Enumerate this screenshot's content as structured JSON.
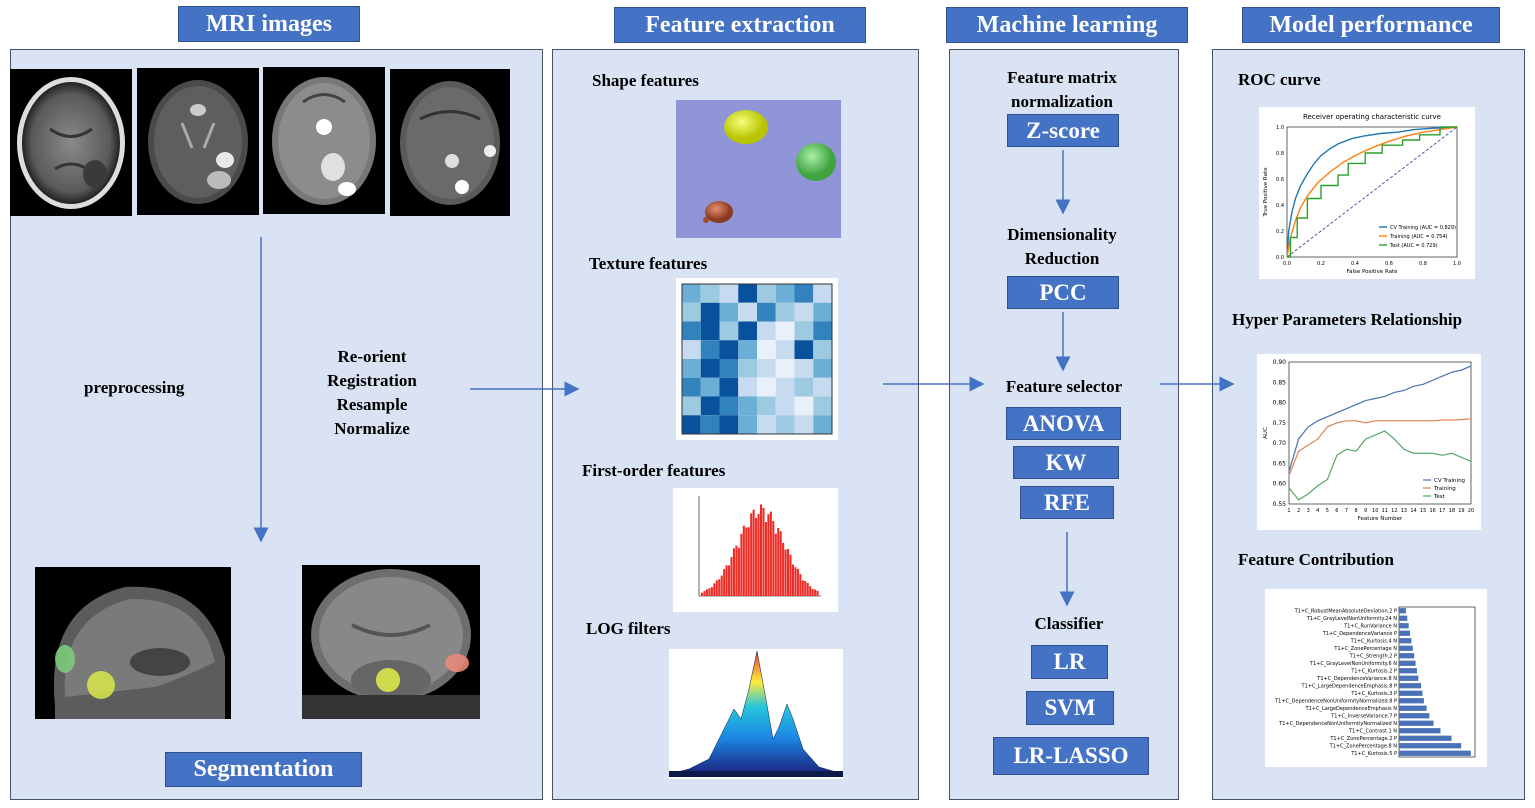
{
  "headers": {
    "mri": "MRI images",
    "feature": "Feature extraction",
    "ml": "Machine learning",
    "perf": "Model performance"
  },
  "mri": {
    "preprocessing": "preprocessing",
    "steps": [
      "Re-orient",
      "Registration",
      "Resample",
      "Normalize"
    ],
    "segmentation": "Segmentation"
  },
  "features": {
    "shape": "Shape features",
    "texture": "Texture features",
    "first_order": "First-order  features",
    "log": "LOG filters"
  },
  "ml": {
    "normalization_line1": "Feature matrix",
    "normalization_line2": "normalization",
    "zscore": "Z-score",
    "dim_line1": "Dimensionality",
    "dim_line2": "Reduction",
    "pcc": "PCC",
    "selector": "Feature selector",
    "anova": "ANOVA",
    "kw": "KW",
    "rfe": "RFE",
    "classifier": "Classifier",
    "lr": "LR",
    "svm": "SVM",
    "lasso": "LR-LASSO"
  },
  "perf": {
    "roc_label": "ROC curve",
    "hyper_label": "Hyper Parameters  Relationship",
    "contrib_label": "Feature Contribution"
  },
  "chart_data": [
    {
      "type": "line",
      "title": "Receiver operating characteristic curve",
      "xlabel": "False Positive Rate",
      "ylabel": "True Positive Rate",
      "xlim": [
        0,
        1
      ],
      "ylim": [
        0,
        1
      ],
      "xticks": [
        "0.0",
        "0.2",
        "0.4",
        "0.6",
        "0.8",
        "1.0"
      ],
      "yticks": [
        "0.0",
        "0.2",
        "0.4",
        "0.6",
        "0.8",
        "1.0"
      ],
      "legend_position": "bottom-right",
      "series": [
        {
          "name": "CV Training (AUC = 0.829)",
          "color": "#1f77b4",
          "x": [
            0,
            0.01,
            0.03,
            0.05,
            0.08,
            0.12,
            0.16,
            0.2,
            0.25,
            0.3,
            0.38,
            0.45,
            0.55,
            0.65,
            0.75,
            0.85,
            1.0
          ],
          "y": [
            0,
            0.2,
            0.35,
            0.45,
            0.55,
            0.64,
            0.72,
            0.78,
            0.83,
            0.87,
            0.91,
            0.93,
            0.95,
            0.96,
            0.98,
            0.99,
            1.0
          ]
        },
        {
          "name": "Training (AUC = 0.754)",
          "color": "#ff7f0e",
          "x": [
            0,
            0.02,
            0.05,
            0.08,
            0.12,
            0.18,
            0.25,
            0.32,
            0.4,
            0.5,
            0.6,
            0.7,
            0.8,
            0.9,
            1.0
          ],
          "y": [
            0,
            0.15,
            0.28,
            0.38,
            0.47,
            0.57,
            0.65,
            0.72,
            0.78,
            0.84,
            0.89,
            0.93,
            0.96,
            0.98,
            1.0
          ]
        },
        {
          "name": "Test (AUC = 0.729)",
          "color": "#2ca02c",
          "x": [
            0,
            0.02,
            0.02,
            0.06,
            0.06,
            0.12,
            0.12,
            0.2,
            0.2,
            0.3,
            0.3,
            0.36,
            0.36,
            0.46,
            0.46,
            0.56,
            0.56,
            0.68,
            0.68,
            0.78,
            0.78,
            0.9,
            0.9,
            1.0
          ],
          "y": [
            0,
            0,
            0.15,
            0.15,
            0.3,
            0.3,
            0.45,
            0.45,
            0.55,
            0.55,
            0.63,
            0.63,
            0.72,
            0.72,
            0.8,
            0.8,
            0.86,
            0.86,
            0.9,
            0.9,
            0.94,
            0.94,
            1.0,
            1.0
          ]
        }
      ]
    },
    {
      "type": "line",
      "xlabel": "Feature Number",
      "ylabel": "AUC",
      "ylim": [
        0.55,
        0.9
      ],
      "yticks": [
        "0.55",
        "0.60",
        "0.65",
        "0.70",
        "0.75",
        "0.80",
        "0.85",
        "0.90"
      ],
      "categories": [
        1,
        2,
        3,
        4,
        5,
        6,
        7,
        8,
        9,
        10,
        11,
        12,
        13,
        14,
        15,
        16,
        17,
        18,
        19,
        20
      ],
      "legend_position": "bottom-right",
      "series": [
        {
          "name": "CV Training",
          "color": "#4c72b0",
          "values": [
            0.63,
            0.71,
            0.74,
            0.755,
            0.765,
            0.775,
            0.785,
            0.795,
            0.805,
            0.81,
            0.815,
            0.825,
            0.83,
            0.84,
            0.845,
            0.855,
            0.865,
            0.875,
            0.88,
            0.89
          ]
        },
        {
          "name": "Training",
          "color": "#dd8452",
          "values": [
            0.62,
            0.68,
            0.695,
            0.71,
            0.74,
            0.75,
            0.755,
            0.755,
            0.75,
            0.755,
            0.755,
            0.755,
            0.755,
            0.755,
            0.755,
            0.755,
            0.757,
            0.757,
            0.758,
            0.76
          ]
        },
        {
          "name": "Test",
          "color": "#55a868",
          "values": [
            0.59,
            0.56,
            0.575,
            0.595,
            0.61,
            0.67,
            0.685,
            0.68,
            0.71,
            0.72,
            0.73,
            0.71,
            0.685,
            0.675,
            0.675,
            0.675,
            0.67,
            0.675,
            0.665,
            0.655
          ]
        }
      ]
    },
    {
      "type": "bar",
      "orientation": "horizontal",
      "categories": [
        "T1+C_RobustMeanAbsoluteDeviation.2 P",
        "T1+C_GrayLevelNonUniformity.24 N",
        "T1+C_RunVariance N",
        "T1+C_DependenceVariance P",
        "T1+C_Kurtosis.4 N",
        "T1+C_ZonePercentage N",
        "T1+C_Strength.2 P",
        "T1+C_GrayLevelNonUniformity.6 N",
        "T1+C_Kurtosis.2 P",
        "T1+C_DependenceVariance.8 N",
        "T1+C_LargeDependenceEmphasis.8 P",
        "T1+C_Kurtosis.3 P",
        "T1+C_DependenceNonUniformityNormalized.8 P",
        "T1+C_LargeDependenceEmphasis N",
        "T1+C_InverseVariance.7 P",
        "T1+C_DependenceNonUniformityNormalized N",
        "T1+C_Contrast.1 N",
        "T1+C_ZonePercentage.2 P",
        "T1+C_ZonePercentage.8 N",
        "T1+C_Kurtosis.5 P"
      ],
      "values": [
        0.05,
        0.06,
        0.07,
        0.08,
        0.09,
        0.1,
        0.11,
        0.12,
        0.13,
        0.14,
        0.16,
        0.17,
        0.18,
        0.2,
        0.22,
        0.25,
        0.3,
        0.38,
        0.45,
        0.52
      ]
    }
  ]
}
